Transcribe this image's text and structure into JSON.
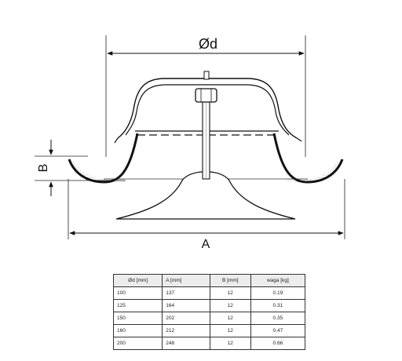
{
  "drawing": {
    "label_diameter": "Ød",
    "label_height": "B",
    "label_width": "A"
  },
  "table": {
    "headers": [
      "Ød [mm]",
      "A [mm]",
      "B [mm]",
      "waga [kg]"
    ],
    "rows": [
      [
        "100",
        "137",
        "12",
        "0.19"
      ],
      [
        "125",
        "164",
        "12",
        "0.31"
      ],
      [
        "150",
        "202",
        "12",
        "0.35"
      ],
      [
        "160",
        "212",
        "12",
        "0.47"
      ],
      [
        "200",
        "248",
        "12",
        "0.66"
      ]
    ]
  }
}
